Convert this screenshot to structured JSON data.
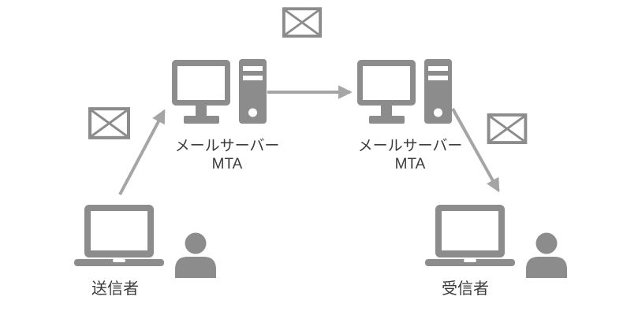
{
  "diagram": {
    "nodes": {
      "sender": {
        "label": "送信者"
      },
      "server1": {
        "label_line1": "メールサーバー",
        "label_line2": "MTA"
      },
      "server2": {
        "label_line1": "メールサーバー",
        "label_line2": "MTA"
      },
      "receiver": {
        "label": "受信者"
      }
    },
    "icons": {
      "sender": [
        "laptop-icon",
        "person-icon"
      ],
      "server1": [
        "desktop-computer-icon",
        "server-tower-icon"
      ],
      "server2": [
        "desktop-computer-icon",
        "server-tower-icon"
      ],
      "receiver": [
        "laptop-icon",
        "person-icon"
      ],
      "envelopes": [
        "envelope-icon-sender-hop",
        "envelope-icon-server-hop",
        "envelope-icon-receiver-hop"
      ]
    },
    "edges": [
      {
        "from": "sender",
        "to": "server1",
        "style": "arrow"
      },
      {
        "from": "server1",
        "to": "server2",
        "style": "arrow"
      },
      {
        "from": "server2",
        "to": "receiver",
        "style": "arrow"
      }
    ]
  },
  "colors": {
    "icon_gray": "#8c8c8c",
    "arrow_gray": "#a5a5a5",
    "text": "#3b3b3b",
    "background": "#ffffff"
  }
}
